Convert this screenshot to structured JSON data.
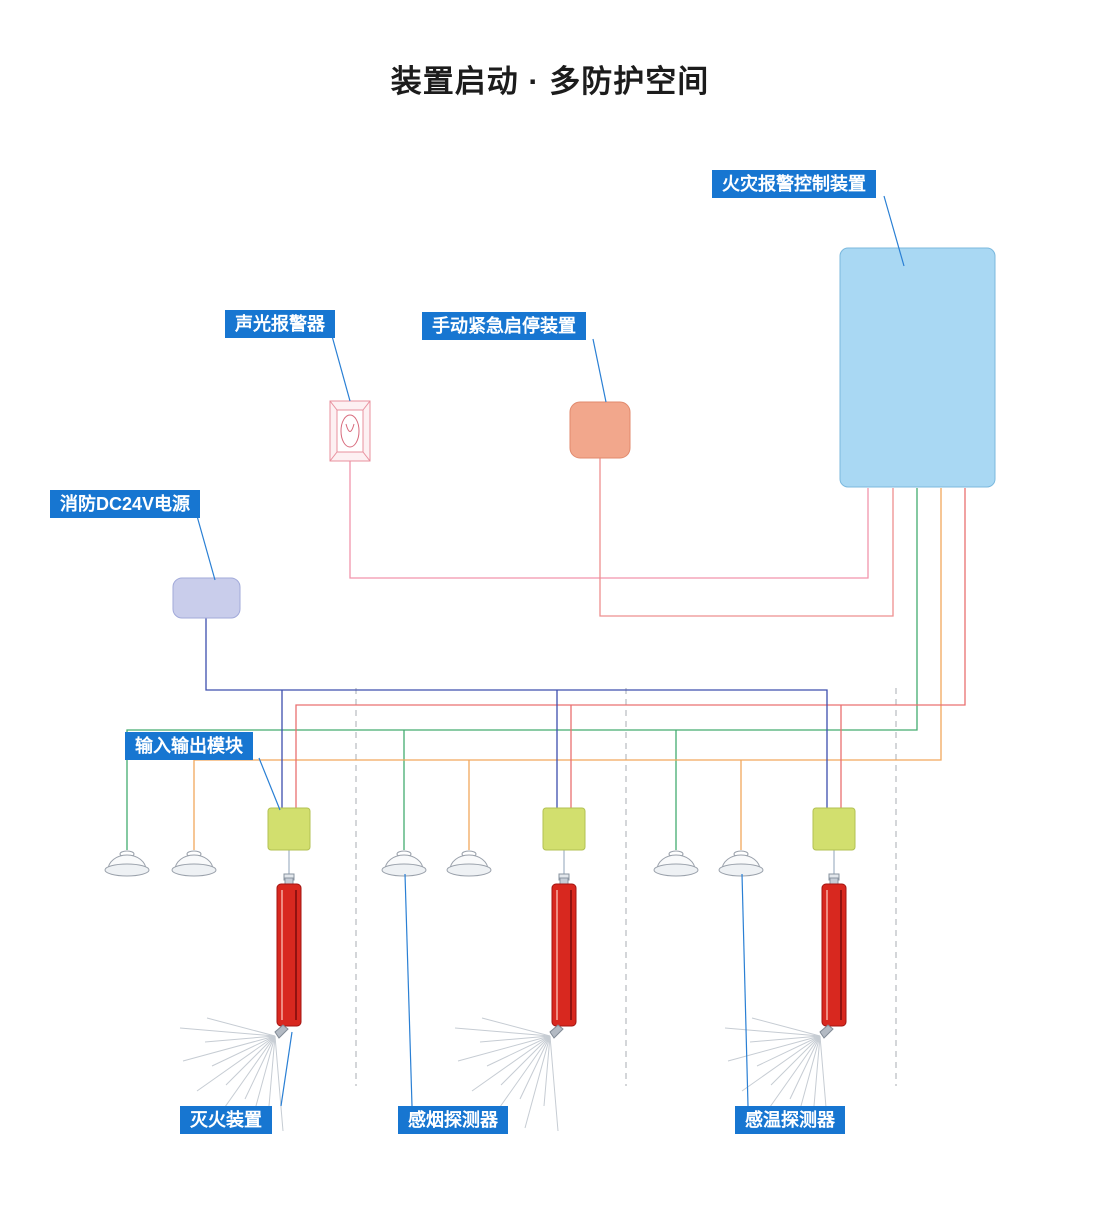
{
  "title": "装置启动 · 多防护空间",
  "labels": {
    "control_panel": "火灾报警控制装置",
    "sound_light_alarm": "声光报警器",
    "manual_start_stop": "手动紧急启停装置",
    "power_supply": "消防DC24V电源",
    "io_module": "输入输出模块",
    "extinguisher": "灭火装置",
    "smoke_detector": "感烟探测器",
    "temperature_detector": "感温探测器"
  },
  "colors": {
    "label_bg": "#1776d1",
    "panel_fill": "#a9d8f3",
    "alarm_stroke": "#e8909e",
    "manual_fill": "#f2a78c",
    "power_fill": "#c9cdeb",
    "module_fill": "#d2df6e",
    "cylinder_fill": "#d8281f",
    "wire_pink": "#f295ac",
    "wire_light_red": "#ee8f8f",
    "wire_green": "#43ac6f",
    "wire_orange": "#f2a85c",
    "wire_red_bus": "#e97070",
    "wire_navy": "#3d4fae"
  }
}
